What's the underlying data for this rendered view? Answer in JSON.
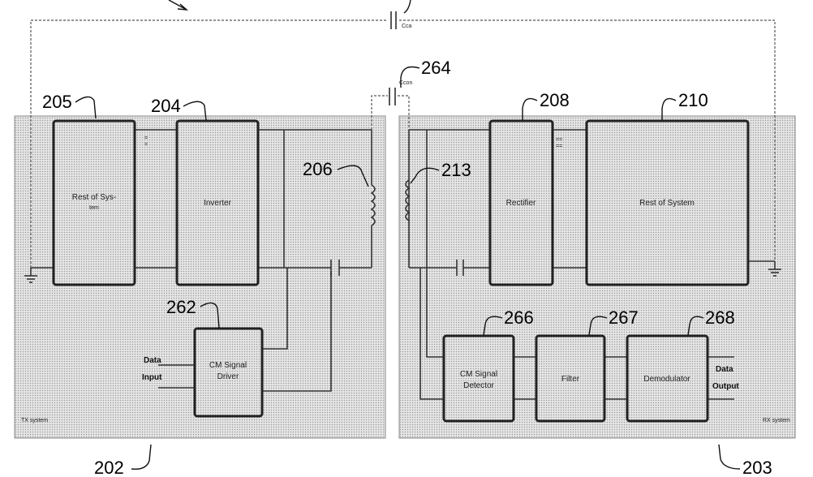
{
  "refs": {
    "r205": "205",
    "r204": "204",
    "r206": "206",
    "r264": "264",
    "r208": "208",
    "r210": "210",
    "r213": "213",
    "r262": "262",
    "r266": "266",
    "r267": "267",
    "r268": "268",
    "r202": "202",
    "r203": "203"
  },
  "blocks": {
    "rest_of_sys_left_l1": "Rest of Sys-",
    "rest_of_sys_left_l2": "tem",
    "inverter": "Inverter",
    "rectifier": "Rectifier",
    "rest_of_system_right": "Rest of System",
    "cm_signal_driver_l1": "CM Signal",
    "cm_signal_driver_l2": "Driver",
    "cm_signal_detector_l1": "CM Signal",
    "cm_signal_detector_l2": "Detector",
    "filter": "Filter",
    "demodulator": "Demodulator"
  },
  "labels": {
    "data_input_l1": "Data",
    "data_input_l2": "Input",
    "data_output_l1": "Data",
    "data_output_l2": "Output",
    "tx_system": "TX system",
    "rx_system": "RX system",
    "c_ca": "Cca",
    "c_con": "Ccon"
  }
}
